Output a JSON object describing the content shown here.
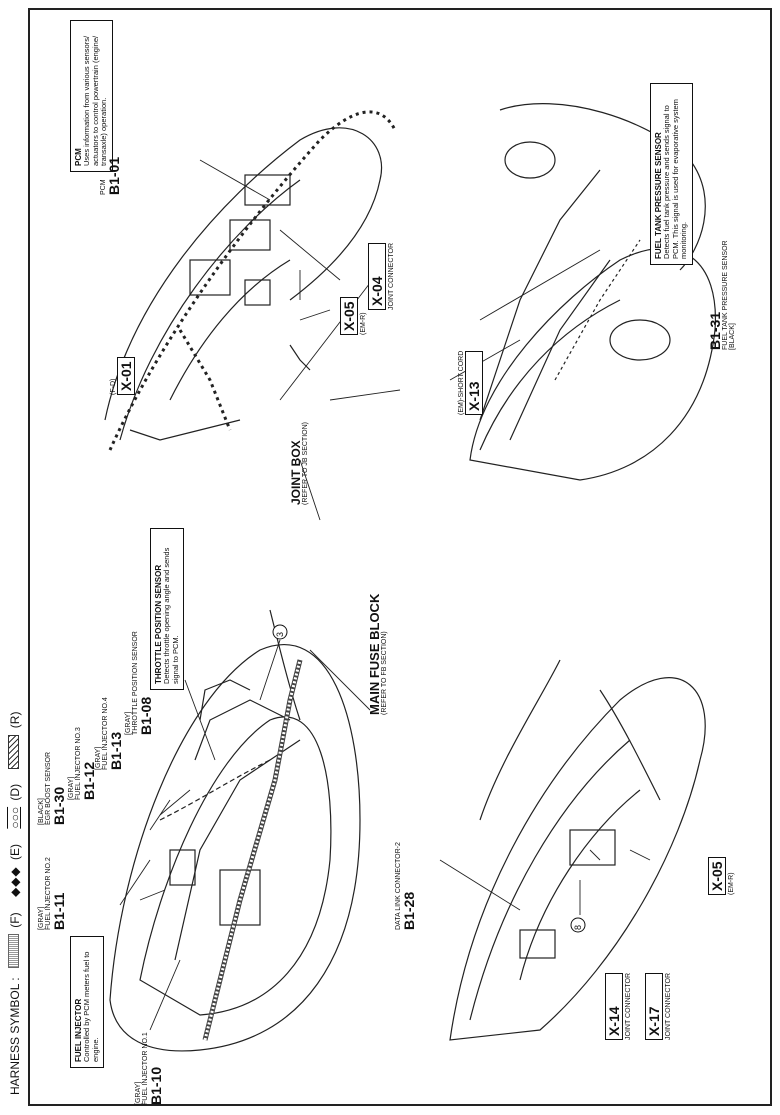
{
  "legend": {
    "label": "HARNESS SYMBOL :",
    "items": [
      {
        "symbol_label": "(F)"
      },
      {
        "symbol_label": "(E)"
      },
      {
        "symbol_label": "(D)"
      },
      {
        "symbol_label": "(R)"
      }
    ]
  },
  "notes": {
    "fuel_injector": {
      "title": "FUEL INJECTOR",
      "body": "Controlled by PCM meters fuel to engine."
    },
    "throttle": {
      "title": "THROTTLE POSITION SENSOR",
      "body": "Detects throttle opening angle and sends signal to PCM."
    },
    "pcm": {
      "title": "PCM",
      "body": "Uses information from various sensors/ actuators to control powertrain (engine/ transaxle) operation."
    },
    "fuel_tank": {
      "title": "FUEL TANK PRESSURE SENSOR",
      "body": "Detects fuel tank pressure and sends signal to PCM. This signal is used for evaporative system monitoring."
    }
  },
  "connectors": {
    "b1_10": {
      "code": "B1-10",
      "desc": "FUEL INJECTOR NO.1",
      "color": "[GRAY]"
    },
    "b1_11": {
      "code": "B1-11",
      "desc": "FUEL INJECTOR NO.2",
      "color": "[GRAY]"
    },
    "b1_30": {
      "code": "B1-30",
      "desc": "EGR BOOST SENSOR",
      "color": "[BLACK]"
    },
    "b1_12": {
      "code": "B1-12",
      "desc": "FUEL INJECTOR NO.3",
      "color": "[GRAY]"
    },
    "b1_13": {
      "code": "B1-13",
      "desc": "FUEL INJECTOR NO.4",
      "color": "[GRAY]"
    },
    "b1_08": {
      "code": "B1-08",
      "desc": "THROTTLE POSITION SENSOR",
      "color": "[GRAY]"
    },
    "b1_28": {
      "code": "B1-28",
      "desc": "DATA LINK CONNECTOR-2"
    },
    "b1_01": {
      "code": "B1-01",
      "desc": "PCM"
    },
    "b1_31": {
      "code": "B1-31",
      "desc": "FUEL TANK PRESSURE SENSOR",
      "color": "[BLACK]"
    },
    "x_01": {
      "code": "X-01",
      "tag": "(F-D)"
    },
    "x_04": {
      "code": "X-04",
      "desc": "JOINT CONNECTOR"
    },
    "x_05a": {
      "code": "X-05",
      "tag": "(EM-R)"
    },
    "x_05b": {
      "code": "X-05",
      "tag": "(EM-R)"
    },
    "x_13": {
      "code": "X-13",
      "tag": "(EM)-SHORT CORD"
    },
    "x_14": {
      "code": "X-14",
      "desc": "JOINT CONNECTOR"
    },
    "x_17": {
      "code": "X-17",
      "desc": "JOINT CONNECTOR"
    }
  },
  "blocks": {
    "main_fuse": {
      "title": "MAIN FUSE BLOCK",
      "sub": "(REFER TO FB SECTION)"
    },
    "joint_box": {
      "title": "JOINT BOX",
      "sub": "(REFER TO JB SECTION)"
    }
  },
  "callouts": {
    "c3": "3",
    "c8": "8"
  }
}
